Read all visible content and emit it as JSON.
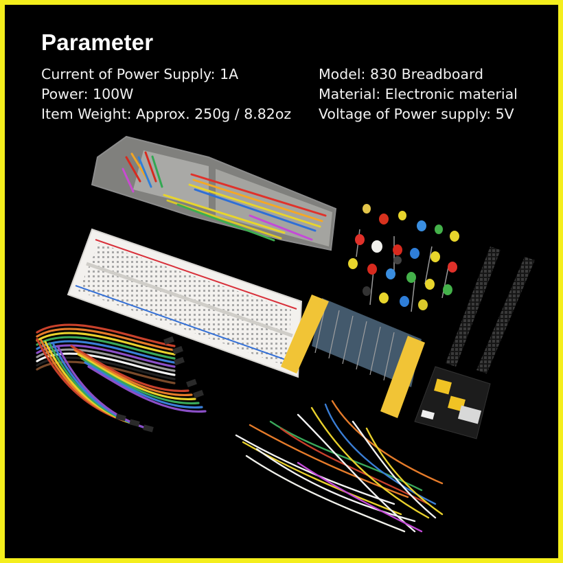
{
  "heading": "Parameter",
  "specs_left": [
    "Current of Power Supply: 1A",
    "Power: 100W",
    "Item Weight: Approx. 250g / 8.82oz"
  ],
  "specs_right": [
    "Model: 830 Breadboard",
    "Material: Electronic material",
    "Voltage of Power supply: 5V"
  ],
  "colors": {
    "border": "#f4ee1c",
    "background": "#000000",
    "text": "#ffffff"
  }
}
